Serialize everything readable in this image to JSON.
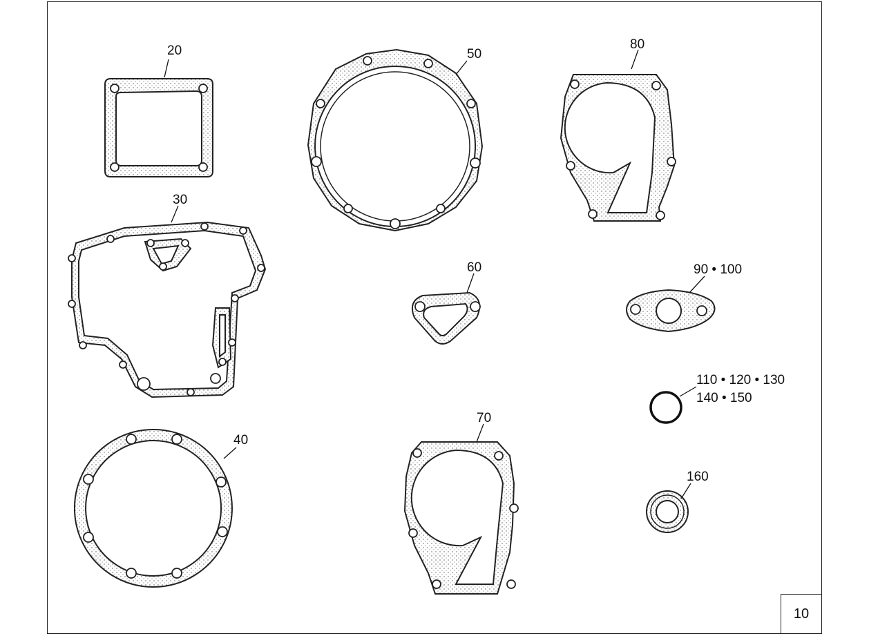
{
  "diagram": {
    "page_number": "10",
    "parts": [
      {
        "label": "20",
        "shape": "square-gasket"
      },
      {
        "label": "30",
        "shape": "timing-cover-gasket"
      },
      {
        "label": "40",
        "shape": "round-gasket"
      },
      {
        "label": "50",
        "shape": "flywheel-housing-gasket"
      },
      {
        "label": "60",
        "shape": "triangle-gasket"
      },
      {
        "label": "70",
        "shape": "water-pump-gasket"
      },
      {
        "label": "80",
        "shape": "water-pump-gasket"
      },
      {
        "label": "90 • 100",
        "shape": "flange-gasket"
      },
      {
        "label": "110 • 120 • 130",
        "shape": "o-ring"
      },
      {
        "label": "140 • 150",
        "shape": "o-ring"
      },
      {
        "label": "160",
        "shape": "oil-seal"
      }
    ]
  }
}
